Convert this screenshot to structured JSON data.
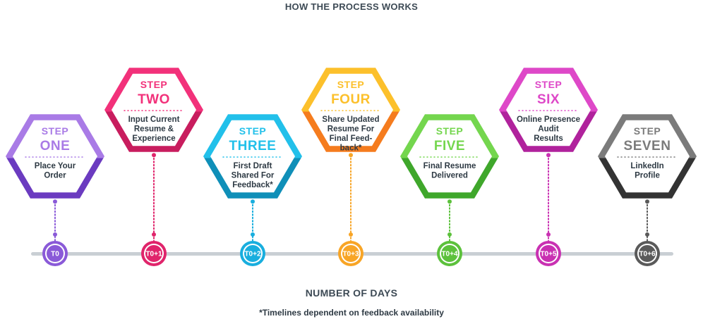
{
  "header": {
    "title": "HOW THE PROCESS WORKS"
  },
  "footer": {
    "axis_label": "NUMBER OF DAYS",
    "note": "*Timelines dependent on feedback availability"
  },
  "steps": [
    {
      "word": "STEP",
      "number": "ONE",
      "desc": [
        "Place Your",
        "Order"
      ],
      "day": "T0",
      "top": "#a97be6",
      "bottom": "#6b3bc0",
      "dot": "#8a5ad8",
      "level": "low"
    },
    {
      "word": "STEP",
      "number": "TWO",
      "desc": [
        "Input Current",
        "Resume &",
        "Experience"
      ],
      "day": "T0+1",
      "top": "#f2317a",
      "bottom": "#c81d5e",
      "dot": "#e0246b",
      "level": "high"
    },
    {
      "word": "STEP",
      "number": "THREE",
      "desc": [
        "First Draft",
        "Shared For",
        "Feedback*"
      ],
      "day": "T0+2",
      "top": "#22c0ea",
      "bottom": "#0f8fb8",
      "dot": "#19aede",
      "level": "low"
    },
    {
      "word": "STEP",
      "number": "FOUR",
      "desc": [
        "Share Updated",
        "Resume For",
        "Final Feed-",
        "back*"
      ],
      "day": "T0+3",
      "top": "#fcc02b",
      "bottom": "#f57c1e",
      "dot": "#f8a526",
      "level": "high"
    },
    {
      "word": "STEP",
      "number": "FIVE",
      "desc": [
        "Final Resume",
        "Delivered"
      ],
      "day": "T0+4",
      "top": "#74d64e",
      "bottom": "#3fa72b",
      "dot": "#5cc13c",
      "level": "low"
    },
    {
      "word": "STEP",
      "number": "SIX",
      "desc": [
        "Online Presence",
        "Audit",
        "Results"
      ],
      "day": "T0+5",
      "top": "#de48c8",
      "bottom": "#b0229c",
      "dot": "#c931b2",
      "level": "high"
    },
    {
      "word": "STEP",
      "number": "SEVEN",
      "desc": [
        "LinkedIn",
        "Profile"
      ],
      "day": "T0+6",
      "top": "#7b7b7b",
      "bottom": "#333333",
      "dot": "#5a5a5a",
      "level": "low"
    }
  ]
}
